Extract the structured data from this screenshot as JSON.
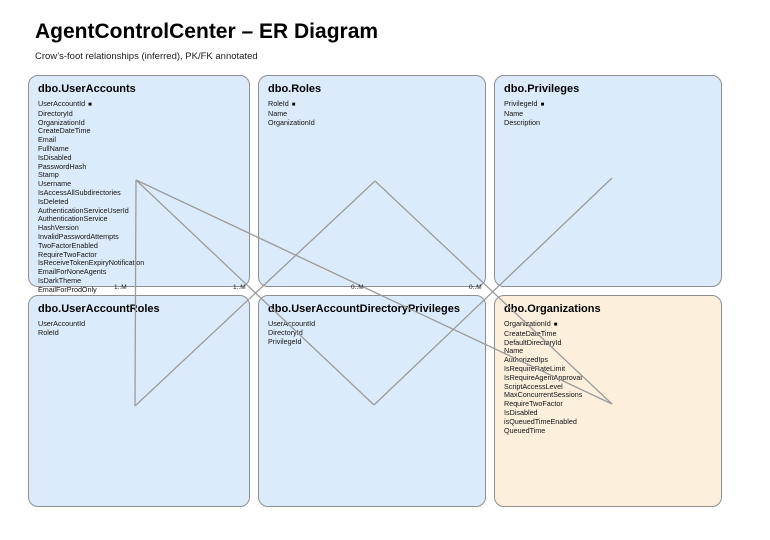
{
  "header": {
    "title": "AgentControlCenter – ER Diagram",
    "subtitle": "Crow’s-foot relationships (inferred), PK/FK annotated"
  },
  "colors": {
    "entity_fill_blue": "#dcebfb",
    "entity_fill_orange": "#fcefdc",
    "entity_border": "#8f8f8f",
    "relationship_line": "#9b9b9b",
    "label_text": "#222222"
  },
  "pk_marker_glyph": "■",
  "entities": [
    {
      "id": "user_accounts",
      "title": "dbo.UserAccounts",
      "variant": "blue",
      "fields": [
        {
          "name": "UserAccountId",
          "pk": true
        },
        {
          "name": "DirectoryId"
        },
        {
          "name": "OrganizationId"
        },
        {
          "name": "CreateDateTime"
        },
        {
          "name": "Email"
        },
        {
          "name": "FullName"
        },
        {
          "name": "IsDisabled"
        },
        {
          "name": "PasswordHash"
        },
        {
          "name": "Stamp"
        },
        {
          "name": "Username"
        },
        {
          "name": "IsAccessAllSubdirectories"
        },
        {
          "name": "IsDeleted"
        },
        {
          "name": "AuthenticationServiceUserId"
        },
        {
          "name": "AuthenticationService"
        },
        {
          "name": "HashVersion"
        },
        {
          "name": "InvalidPasswordAttempts"
        },
        {
          "name": "TwoFactorEnabled"
        },
        {
          "name": "RequireTwoFactor"
        },
        {
          "name": "IsReceiveTokenExpiryNotification"
        },
        {
          "name": "EmailForNoneAgents"
        },
        {
          "name": "IsDarkTheme"
        },
        {
          "name": "EmailForProdOnly"
        }
      ]
    },
    {
      "id": "roles",
      "title": "dbo.Roles",
      "variant": "blue",
      "fields": [
        {
          "name": "RoleId",
          "pk": true
        },
        {
          "name": "Name"
        },
        {
          "name": "OrganizationId"
        }
      ]
    },
    {
      "id": "privileges",
      "title": "dbo.Privileges",
      "variant": "blue",
      "fields": [
        {
          "name": "PrivilegeId",
          "pk": true
        },
        {
          "name": "Name"
        },
        {
          "name": "Description"
        }
      ]
    },
    {
      "id": "user_account_roles",
      "title": "dbo.UserAccountRoles",
      "variant": "blue",
      "fields": [
        {
          "name": "UserAccountId"
        },
        {
          "name": "RoleId"
        }
      ]
    },
    {
      "id": "user_account_directory_privileges",
      "title": "dbo.UserAccountDirectoryPrivileges",
      "variant": "blue",
      "fields": [
        {
          "name": "UserAccountId"
        },
        {
          "name": "DirectoryId"
        },
        {
          "name": "PrivilegeId"
        }
      ]
    },
    {
      "id": "organizations",
      "title": "dbo.Organizations",
      "variant": "orange",
      "fields": [
        {
          "name": "OrganizationId",
          "pk": true
        },
        {
          "name": "CreateDateTime"
        },
        {
          "name": "DefaultDirectoryId"
        },
        {
          "name": "Name"
        },
        {
          "name": "AuthorizedIps"
        },
        {
          "name": "IsRequireRateLimit"
        },
        {
          "name": "IsRequireAgentApproval"
        },
        {
          "name": "ScriptAccessLevel"
        },
        {
          "name": "MaxConcurrentSessions"
        },
        {
          "name": "RequireTwoFactor"
        },
        {
          "name": "IsDisabled"
        },
        {
          "name": "isQueuedTimeEnabled"
        },
        {
          "name": "QueuedTime"
        }
      ]
    }
  ],
  "relationships": [
    {
      "from": "dbo.UserAccounts",
      "to": "dbo.UserAccountRoles",
      "label": "1..M"
    },
    {
      "from": "dbo.UserAccounts",
      "to": "dbo.UserAccountDirectoryPrivileges",
      "label": "1..M"
    },
    {
      "from": "dbo.UserAccounts",
      "to": "dbo.Organizations",
      "label": "0..M"
    },
    {
      "from": "dbo.Roles",
      "to": "dbo.UserAccountRoles",
      "label": ""
    },
    {
      "from": "dbo.Roles",
      "to": "dbo.Organizations",
      "label": "0..M"
    },
    {
      "from": "dbo.Privileges",
      "to": "dbo.UserAccountDirectoryPrivileges",
      "label": ""
    }
  ]
}
